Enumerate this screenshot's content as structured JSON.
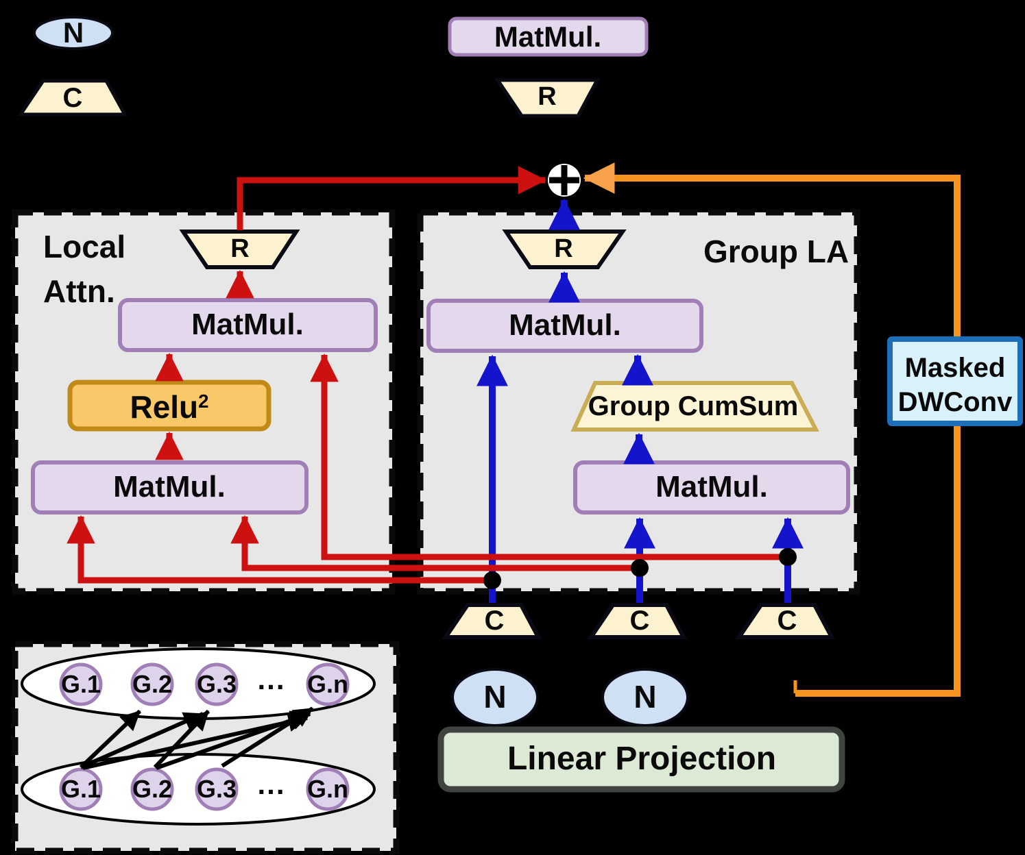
{
  "colors": {
    "background": "#000000",
    "panel_bg": "#e7e7e7",
    "matmul_fill": "#e4d9ec",
    "matmul_border": "#9f7fb5",
    "r_c_trapezoid_fill": "#fdf2cf",
    "relu_fill": "#f9c869",
    "relu_border": "#c08a18",
    "cumsum_fill": "#fcf4d4",
    "cumsum_border": "#c8ad55",
    "n_ellipse_fill": "#cfe0f5",
    "dwconv_fill": "#d9f1fa",
    "dwconv_border": "#1c6fb8",
    "linear_fill": "#dce9d5",
    "linear_border": "#3f4440",
    "g_node_fill": "#ded3eb",
    "g_node_border": "#9f7fb5",
    "arrow_red": "#cd1010",
    "arrow_blue": "#1414cc",
    "arrow_orange": "#f7941f",
    "arrow_black": "#000000"
  },
  "legend": {
    "n": "N",
    "c": "C"
  },
  "top_branch": {
    "matmul": "MatMul.",
    "r": "R"
  },
  "local_attn": {
    "title_line1": "Local",
    "title_line2": "Attn.",
    "r": "R",
    "matmul_upper": "MatMul.",
    "relu_base": "Relu",
    "relu_exp": "2",
    "matmul_lower": "MatMul."
  },
  "group_la": {
    "title": "Group LA",
    "r": "R",
    "matmul_upper": "MatMul.",
    "cumsum": "Group CumSum",
    "matmul_lower": "MatMul."
  },
  "masked_dwconv": {
    "line1": "Masked",
    "line2": "DWConv"
  },
  "inputs": {
    "c": "C",
    "n": "N",
    "linear_projection": "Linear Projection"
  },
  "group_diagram": {
    "top_row": [
      "G.1",
      "G.2",
      "G.3",
      "...",
      "G.n"
    ],
    "bottom_row": [
      "G.1",
      "G.2",
      "G.3",
      "...",
      "G.n"
    ]
  }
}
